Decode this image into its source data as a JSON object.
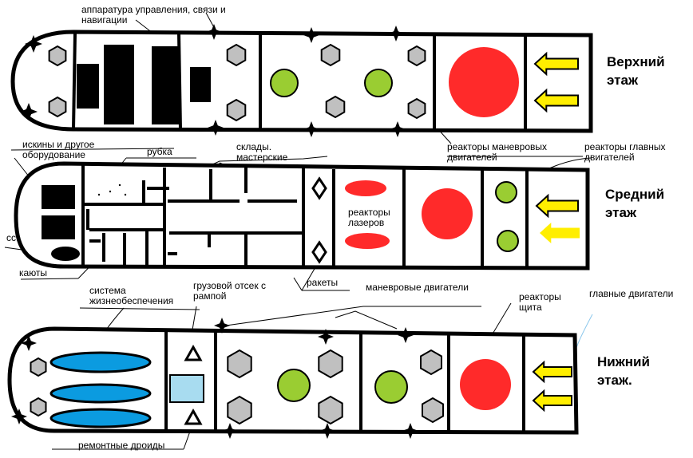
{
  "colors": {
    "hull": "#000000",
    "reactor_large": "#ff2a2a",
    "reactor_small": "#9acd32",
    "hex": "#c0c0c0",
    "engine_arrow": "#ffee00",
    "capsule_blue": "#0b9be0",
    "cargo_box": "#a8dcf0",
    "leader_line_accent": "#8cc8ec"
  },
  "icons": [
    "hexagon-icon",
    "sparkle-star-icon",
    "diamond-icon",
    "triangle-icon",
    "arrow-left-icon"
  ],
  "floors": {
    "top": "Верхний\nэтаж",
    "middle": "Средний\nэтаж",
    "bottom": "Нижний\nэтаж."
  },
  "labels": {
    "control": "аппаратура управления, связи и\nнавигации",
    "maneuver_reactors": "реакторы маневровых\nдвигателей",
    "main_reactors": "реакторы главных\nдвигателей",
    "iskins": "искины и другое\nоборудование",
    "rubka": "рубка",
    "sklady": "склады.\nмастерские",
    "cc": "cc",
    "kayuty": "каюты",
    "laser_reactors": "реакторы\nлазеров",
    "rakety": "ракеты",
    "life_support": "система\nжизнеобеспечения",
    "cargo": "грузовой отсек с\nрампой",
    "maneuver_engines": "маневровые двигатели",
    "shield_reactors": "реакторы\nщита",
    "main_engines": "главные двигатели",
    "repair_droids": "ремонтные дроиды"
  }
}
